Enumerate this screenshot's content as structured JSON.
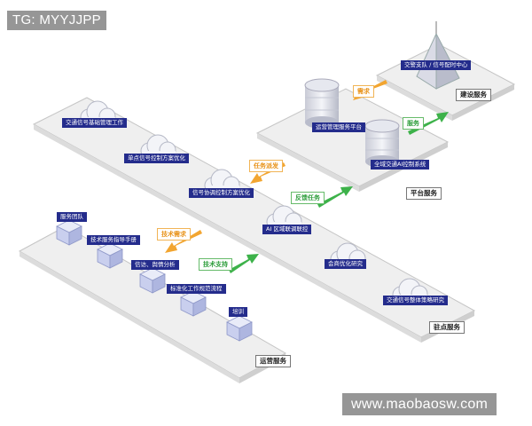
{
  "watermarks": {
    "top": "TG: MYYJJPP",
    "bottom": "www.maobaosw.com"
  },
  "services": {
    "construction": "建设服务",
    "platform": "平台服务",
    "onsite": "驻点服务",
    "operation": "运营服务"
  },
  "construction_items": [
    "交警支队 / 信号配时中心"
  ],
  "platform_items": [
    "运营管理服务平台",
    "全域交通AI控制系统"
  ],
  "onsite_items": [
    "交通信号基础管理工作",
    "单点信号控制方案优化",
    "信号协调控制方案优化",
    "AI 区域联调联控",
    "会商优化研究",
    "交通信号整体策略研究"
  ],
  "operation_items": [
    "服务团队",
    "技术服务指导手册",
    "信访、舆情分析",
    "标准化工作规范流程",
    "培训"
  ],
  "flows": {
    "demand": "需求",
    "service": "服务",
    "task_dispatch": "任务派发",
    "feedback_task": "反馈任务",
    "tech_demand": "技术需求",
    "tech_support": "技术支持"
  },
  "colors": {
    "label_bg": "#242c8c",
    "arrow_orange": "#f2a530",
    "arrow_green": "#3db24a",
    "platform_fill": "#eeeeee"
  }
}
